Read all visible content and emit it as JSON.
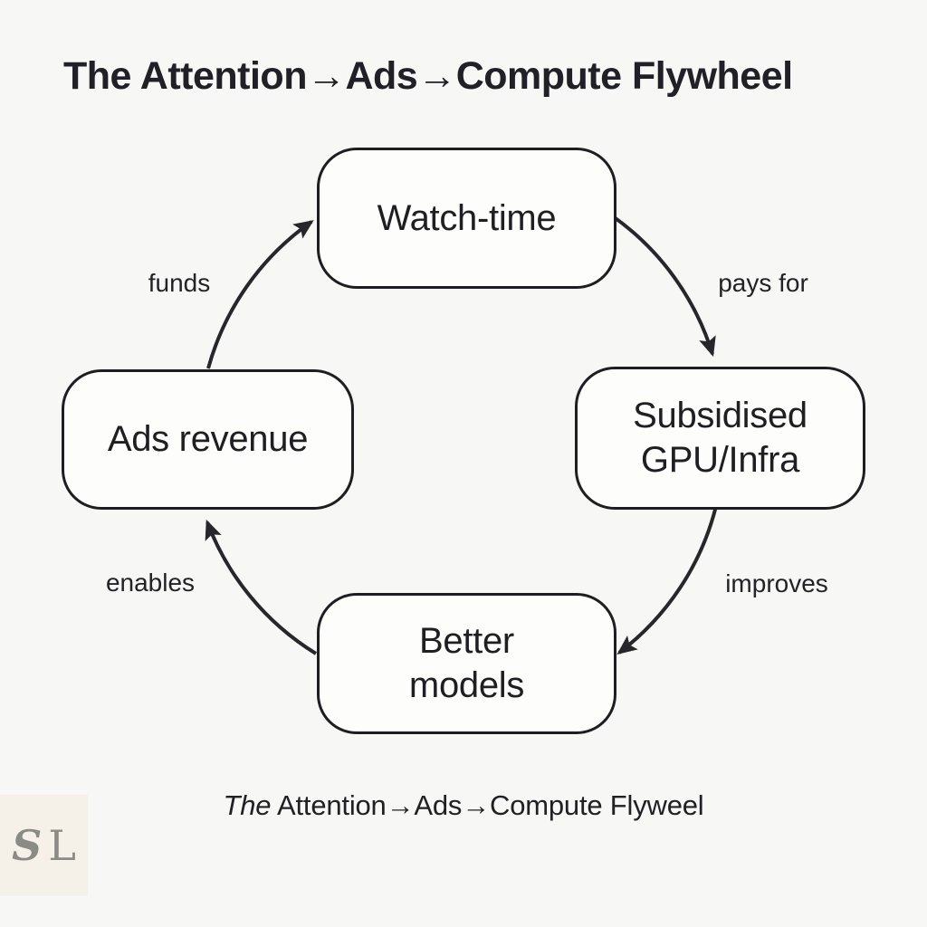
{
  "title": "The Attention→Ads→Compute Flywheel",
  "diagram": {
    "type": "cycle-flywheel",
    "nodes": [
      {
        "id": "watch-time",
        "label": "Watch-time"
      },
      {
        "id": "subsidised-gpu-infra",
        "label": "Subsidised\nGPU/Infra"
      },
      {
        "id": "ads-revenue",
        "label": "Ads revenue"
      },
      {
        "id": "better-models",
        "label": "Better\nmodels"
      }
    ],
    "edges": [
      {
        "from": "Ads revenue",
        "to": "Watch-time",
        "label": "funds"
      },
      {
        "from": "Watch-time",
        "to": "Subsidised GPU/Infra",
        "label": "pays for"
      },
      {
        "from": "Subsidised GPU/Infra",
        "to": "Better models",
        "label": "improves"
      },
      {
        "from": "Better models",
        "to": "Ads revenue",
        "label": "enables"
      }
    ]
  },
  "caption": {
    "lead": "The",
    "rest": " Attention→Ads→Compute Flyweel"
  },
  "logo": {
    "letter_1": "S",
    "letter_2": "L"
  },
  "colors": {
    "background": "#f7f7f5",
    "node_fill": "#fdfdfc",
    "line_and_text": "#222227",
    "logo_background": "#f5f1e8",
    "logo_text": "#8b8b86"
  }
}
